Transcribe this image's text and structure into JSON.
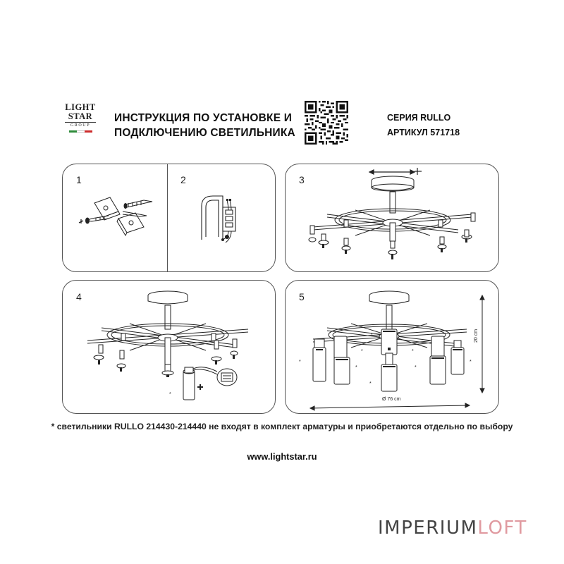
{
  "brand": {
    "logo_line1": "LIGHT",
    "logo_line2": "STAR",
    "logo_line3": "GROUP",
    "flag_colors": [
      "#2e8b3a",
      "#ffffff",
      "#cc2b2b"
    ]
  },
  "header": {
    "title_line1": "ИНСТРУКЦИЯ ПО УСТАНОВКЕ И",
    "title_line2": "ПОДКЛЮЧЕНИЮ СВЕТИЛЬНИКА",
    "series": "СЕРИЯ RULLO",
    "article": "АРТИКУЛ 571718"
  },
  "steps": {
    "s1": "1",
    "s2": "2",
    "s3": "3",
    "s4": "4",
    "s5": "5"
  },
  "dimensions": {
    "height": "20 cm",
    "diameter": "Ø 76 cm",
    "marker": "*"
  },
  "footnote": "* светильники RULLO 214430-214440 не входят в комплект арматуры и приобретаются отдельно по выбору",
  "website": "www.lightstar.ru",
  "watermark": {
    "part1": "IMPERIUM",
    "part2": "LOFT"
  }
}
